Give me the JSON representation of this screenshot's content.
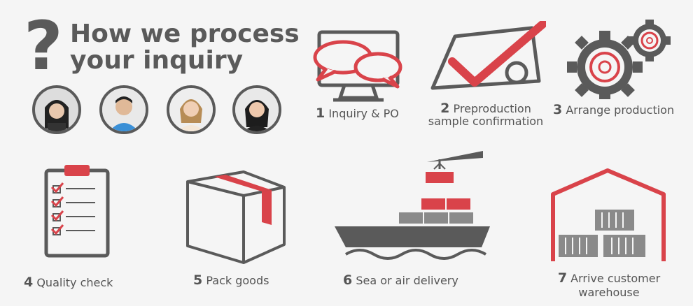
{
  "header": {
    "question_mark": "?",
    "title_line1": "How we process",
    "title_line2": "your inquiry"
  },
  "team": {
    "avatars": [
      "avatar-1",
      "avatar-2",
      "avatar-3",
      "avatar-4"
    ]
  },
  "steps": [
    {
      "num": "1",
      "text": "Inquiry & PO",
      "icon": "monitor-chat-icon"
    },
    {
      "num": "2",
      "text": "Preproduction",
      "text2": "sample confirmation",
      "icon": "checkmark-paper-icon"
    },
    {
      "num": "3",
      "text": "Arrange production",
      "icon": "gears-icon"
    },
    {
      "num": "4",
      "text": "Quality check",
      "icon": "clipboard-icon"
    },
    {
      "num": "5",
      "text": "Pack goods",
      "icon": "box-icon"
    },
    {
      "num": "6",
      "text": "Sea or air delivery",
      "icon": "ship-icon"
    },
    {
      "num": "7",
      "text": "Arrive customer",
      "text2": "warehouse",
      "icon": "warehouse-icon"
    }
  ],
  "colors": {
    "accent": "#d9434a",
    "gray": "#5a5a5a",
    "bg": "#f5f5f5"
  }
}
